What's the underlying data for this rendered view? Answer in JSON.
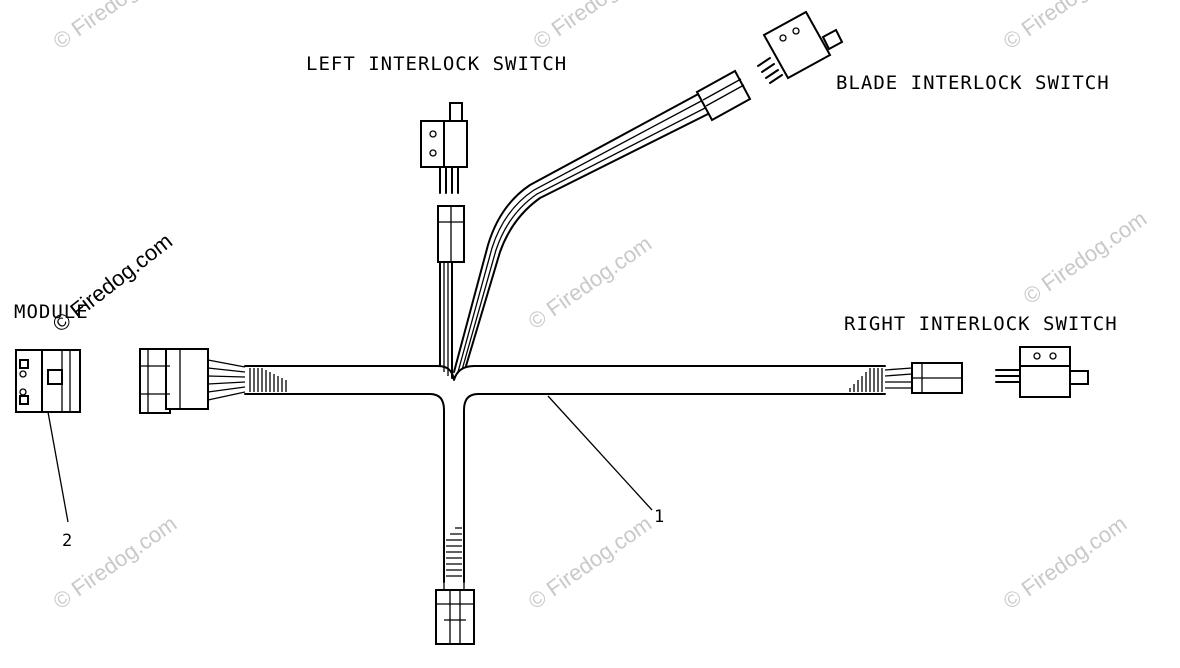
{
  "labels": {
    "left_switch": "LEFT INTERLOCK SWITCH",
    "blade_switch": "BLADE INTERLOCK SWITCH",
    "right_switch": "RIGHT INTERLOCK SWITCH",
    "module": "MODULE"
  },
  "callouts": {
    "harness": "1",
    "module": "2"
  },
  "watermark": {
    "text": "© Firedog.com",
    "color": "#c9c9c9"
  }
}
